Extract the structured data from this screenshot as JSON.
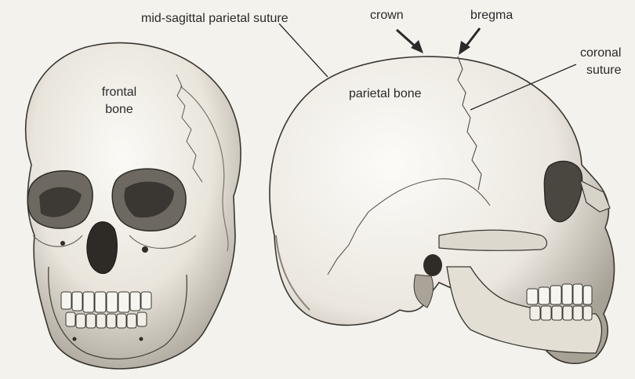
{
  "labels": {
    "mid_sagittal": "mid-sagittal parietal suture",
    "crown": "crown",
    "bregma": "bregma",
    "coronal_line1": "coronal",
    "coronal_line2": "suture",
    "frontal_line1": "frontal",
    "frontal_line2": "bone",
    "parietal": "parietal bone"
  },
  "colors": {
    "background": "#f4f2ed",
    "ink": "#2a2a2a",
    "bone": "#e6e2d8",
    "shade": "#8f8a80"
  }
}
